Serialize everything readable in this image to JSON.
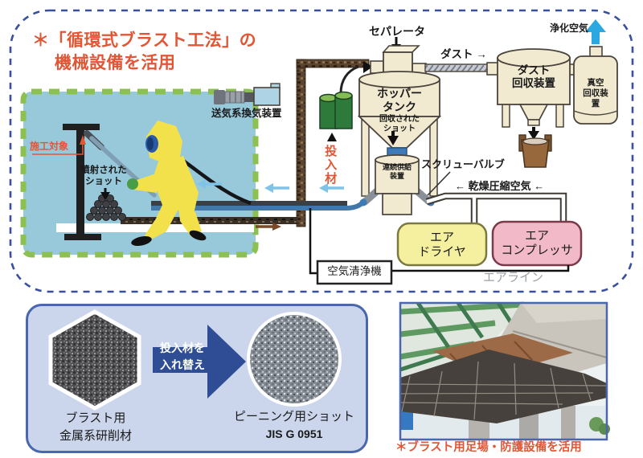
{
  "title": {
    "line1": "＊「循環式ブラスト工法」の",
    "line2": "機械設備を活用"
  },
  "work_area": {
    "target_label": "施工対象",
    "sprayed_shot": "噴射された\nショット",
    "vent_device": "送気系換気装置"
  },
  "equipment": {
    "separator": "セパレータ",
    "dust_flow": "ダスト →",
    "purified_air": "浄化空気",
    "dust_collector": "ダスト\n回収装置",
    "vacuum_recovery": "真空\n回収装置",
    "hopper_tank": "ホッパー\nタンク",
    "recovered_shot": "回収された\nショット",
    "input_material": "投入材",
    "continuous_feeder": "連続供給\n装置",
    "screw_valve": "スクリューバルブ",
    "dry_compressed_air": "← 乾燥圧縮空気 ←",
    "air_dryer": "エア\nドライヤ",
    "air_compressor": "エア\nコンプレッサ",
    "air_purifier": "空気清浄機",
    "air_line": "エアライン"
  },
  "material_panel": {
    "abrasive_label": "ブラスト用\n金属系研削材",
    "swap_label": "投入材を\n入れ替え",
    "shot_label": "ピーニング用ショット",
    "shot_standard": "JIS G 0951"
  },
  "photo": {
    "caption": "＊ブラスト用足場・防護設備を活用"
  },
  "colors": {
    "accent_red": "#e25535",
    "outer_dashed_border": "#3a4f9e",
    "work_area_border": "#8cc152",
    "work_area_bg": "#98c9db",
    "equipment_cream": "#f1ead0",
    "air_dryer_fill": "#f5f0a0",
    "air_compressor_fill": "#f2bac8",
    "panel_bg": "#cbd6ec",
    "panel_border": "#4a66ad",
    "swap_arrow": "#2e4d94",
    "flow_arrow": "#7fc3e8",
    "clean_air_arrow": "#2ba8e0"
  }
}
